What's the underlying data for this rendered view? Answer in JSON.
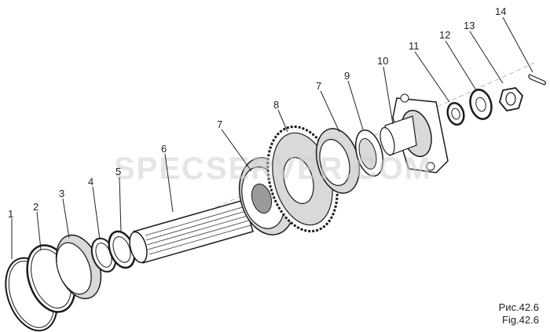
{
  "callouts": [
    "1",
    "2",
    "3",
    "4",
    "5",
    "6",
    "7",
    "8",
    "7",
    "9",
    "10",
    "11",
    "12",
    "13",
    "14"
  ],
  "watermark": "SPECSERVER.COM",
  "caption_ru": "Рис.42.6",
  "caption_en": "Fig.42.6"
}
